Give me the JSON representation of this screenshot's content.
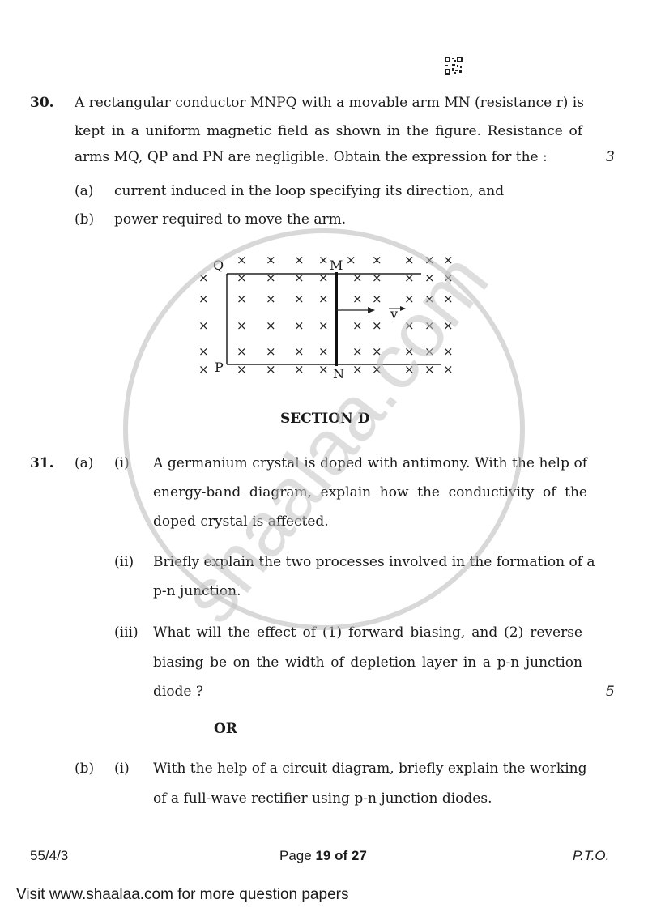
{
  "q30": {
    "number": "30.",
    "lines": [
      "A rectangular conductor MNPQ with a movable arm MN (resistance r) is",
      "kept in a uniform magnetic field as shown in the figure. Resistance of",
      "arms MQ, QP and PN are negligible. Obtain the expression for the :"
    ],
    "marks": "3",
    "parts": [
      {
        "label": "(a)",
        "text": "current induced in the loop specifying its direction, and"
      },
      {
        "label": "(b)",
        "text": "power required to move the arm."
      }
    ],
    "figure": {
      "label_Q": "Q",
      "label_M": "M",
      "label_P": "P",
      "label_N": "N",
      "label_v": "v",
      "cross": "×"
    }
  },
  "section_title": "SECTION D",
  "q31": {
    "number": "31.",
    "part_a": "(a)",
    "i": {
      "label": "(i)",
      "lines": [
        "A germanium crystal is doped with antimony. With the help of",
        "energy-band diagram, explain how the conductivity of the",
        "doped crystal is affected."
      ]
    },
    "ii": {
      "label": "(ii)",
      "lines": [
        "Briefly explain the two processes involved in the formation of a",
        "p-n junction."
      ]
    },
    "iii": {
      "label": "(iii)",
      "lines": [
        "What will the effect of (1) forward biasing, and (2) reverse",
        "biasing be on the width of depletion layer in a p-n junction",
        "diode ?"
      ]
    },
    "marks": "5",
    "or_label": "OR",
    "part_b": "(b)",
    "b_i": {
      "label": "(i)",
      "lines": [
        "With the help of a circuit diagram, briefly explain the working",
        "of a full-wave rectifier using p-n junction diodes."
      ]
    }
  },
  "footer": {
    "code": "55/4/3",
    "page_prefix": "Page ",
    "page_num": "19",
    "page_of": " of ",
    "page_total": "27",
    "pto": "P.T.O."
  },
  "site_footer": "Visit www.shaalaa.com for more question papers",
  "watermark_text": "shaalaa.com"
}
